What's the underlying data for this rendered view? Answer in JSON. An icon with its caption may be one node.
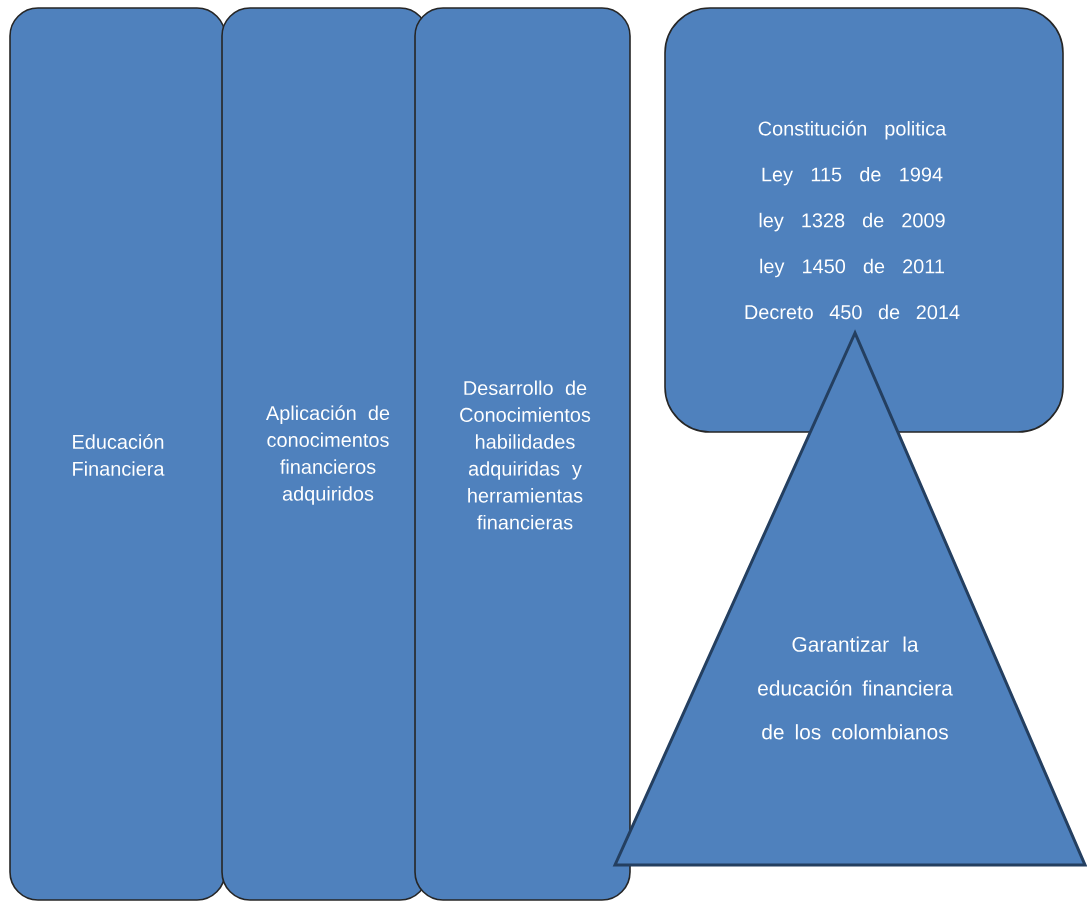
{
  "diagram": {
    "nodes": [
      {
        "text": [
          "Educación Financiera"
        ]
      },
      {
        "text": [
          "Aplicación de conocimentos financieros adquiridos"
        ]
      },
      {
        "text": [
          "Desarrollo de Conocimientos habilidades adquiridas y herramientas financieras"
        ]
      },
      {
        "text": [
          "Constitución politica",
          "Ley 115  de 1994",
          "ley 1328 de 2009",
          "ley  1450 de 2011",
          "Decreto 450  de 2014"
        ]
      },
      {
        "text": [
          "Garantizar la educación financiera de los colombianos"
        ]
      }
    ]
  }
}
